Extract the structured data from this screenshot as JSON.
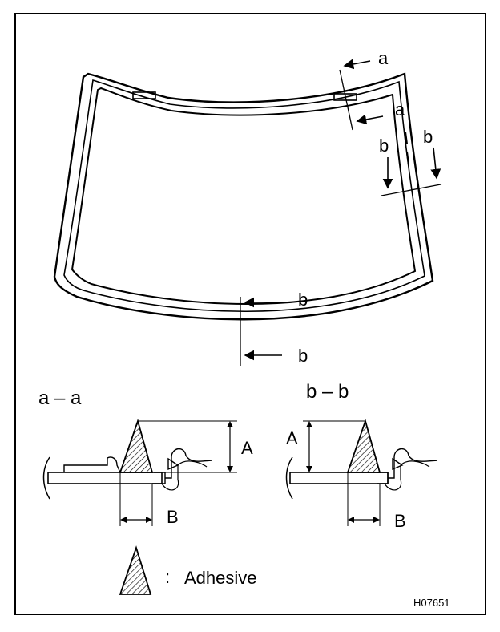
{
  "labels": {
    "cut_a_top": "a",
    "cut_a_bottom": "a",
    "cut_b_right_1": "b",
    "cut_b_right_2": "b",
    "cut_b_bottom_1": "b",
    "cut_b_bottom_2": "b"
  },
  "sections": {
    "left": {
      "title": "a – a",
      "dim_height": "A",
      "dim_width": "B"
    },
    "right": {
      "title": "b – b",
      "dim_height": "A",
      "dim_width": "B"
    }
  },
  "legend": {
    "separator": ":",
    "text": "Adhesive"
  },
  "figure_code": "H07651",
  "colors": {
    "ink": "#000000",
    "paper": "#ffffff"
  }
}
